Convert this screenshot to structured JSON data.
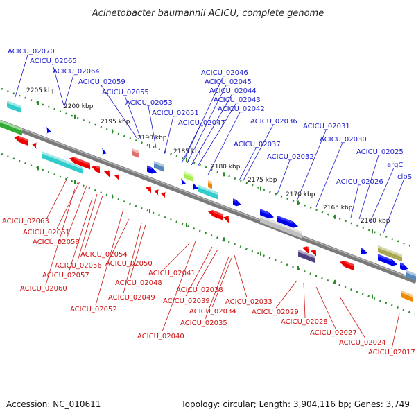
{
  "title": "Acinetobacter baumannii ACICU, complete genome",
  "accession_text": "Accession: NC_010611",
  "summary_text": "Topology: circular; Length: 3,904,116 bp; Genes: 3,749",
  "colors": {
    "forward_label": "#1a1acc",
    "reverse_label": "#cc1111",
    "backbone": "#808080",
    "tick_green": "#2e8b2e",
    "cds_blue": "#0000ee",
    "cds_red": "#ee0000",
    "cds_cyan": "#33cccc",
    "cds_green": "#33aa33"
  },
  "scale_labels": [
    "2205 kbp",
    "2200 kbp",
    "2195 kbp",
    "2190 kbp",
    "2185 kbp",
    "2180 kbp",
    "2175 kbp",
    "2170 kbp",
    "2165 kbp",
    "2160 kbp"
  ],
  "forward_labels": [
    "ACICU_02070",
    "ACICU_02065",
    "ACICU_02064",
    "ACICU_02059",
    "ACICU_02055",
    "ACICU_02053",
    "ACICU_02051",
    "ACICU_02046",
    "ACICU_02045",
    "ACICU_02044",
    "ACICU_02043",
    "ACICU_02047",
    "ACICU_02042",
    "ACICU_02036",
    "ACICU_02037",
    "ACICU_02031",
    "ACICU_02032",
    "ACICU_02030",
    "ACICU_02025",
    "argC",
    "ACICU_02026",
    "clpS"
  ],
  "reverse_labels": [
    "ACICU_02063",
    "ACICU_02061",
    "ACICU_02058",
    "ACICU_02054",
    "ACICU_02056",
    "ACICU_02050",
    "ACICU_02057",
    "ACICU_02060",
    "ACICU_02048",
    "ACICU_02049",
    "ACICU_02052",
    "ACICU_02041",
    "ACICU_02038",
    "ACICU_02039",
    "ACICU_02033",
    "ACICU_02034",
    "ACICU_02035",
    "ACICU_02040",
    "ACICU_02029",
    "ACICU_02028",
    "ACICU_02027",
    "ACICU_02024",
    "ACICU_02017"
  ]
}
